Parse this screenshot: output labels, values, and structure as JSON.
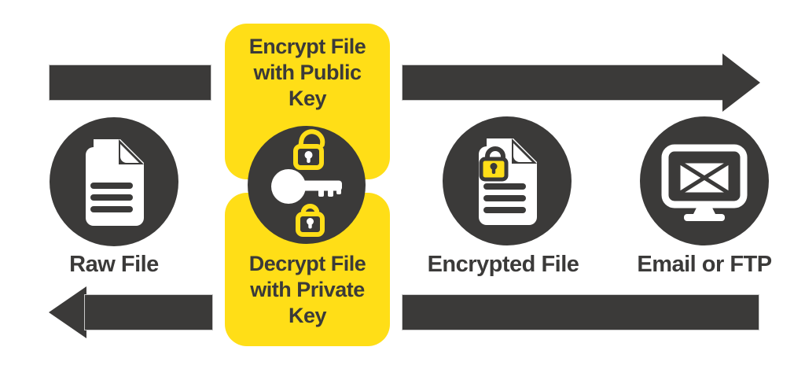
{
  "title": "Public/private key file encryption flow",
  "colors": {
    "dark": "#3b3a39",
    "yellow": "#ffde17",
    "background": "#ffffff",
    "shaft_outline": "#c9c9c9",
    "icon_white": "#ffffff"
  },
  "flow": {
    "top_arrow_direction": "right",
    "bottom_arrow_direction": "left"
  },
  "nodes": {
    "raw_file": {
      "label": "Raw File",
      "icon": "document-icon"
    },
    "encrypt_box": {
      "label": "Encrypt File\nwith Public\nKey"
    },
    "decrypt_box": {
      "label": "Decrypt File\nwith Private\nKey"
    },
    "key_node": {
      "icon": "key-icon",
      "top_icon": "padlock-open-icon",
      "bottom_icon": "padlock-closed-icon"
    },
    "encrypted_file": {
      "label": "Encrypted File",
      "icon": "locked-document-icon"
    },
    "email": {
      "label": "Email or FTP",
      "icon": "monitor-email-icon"
    }
  }
}
